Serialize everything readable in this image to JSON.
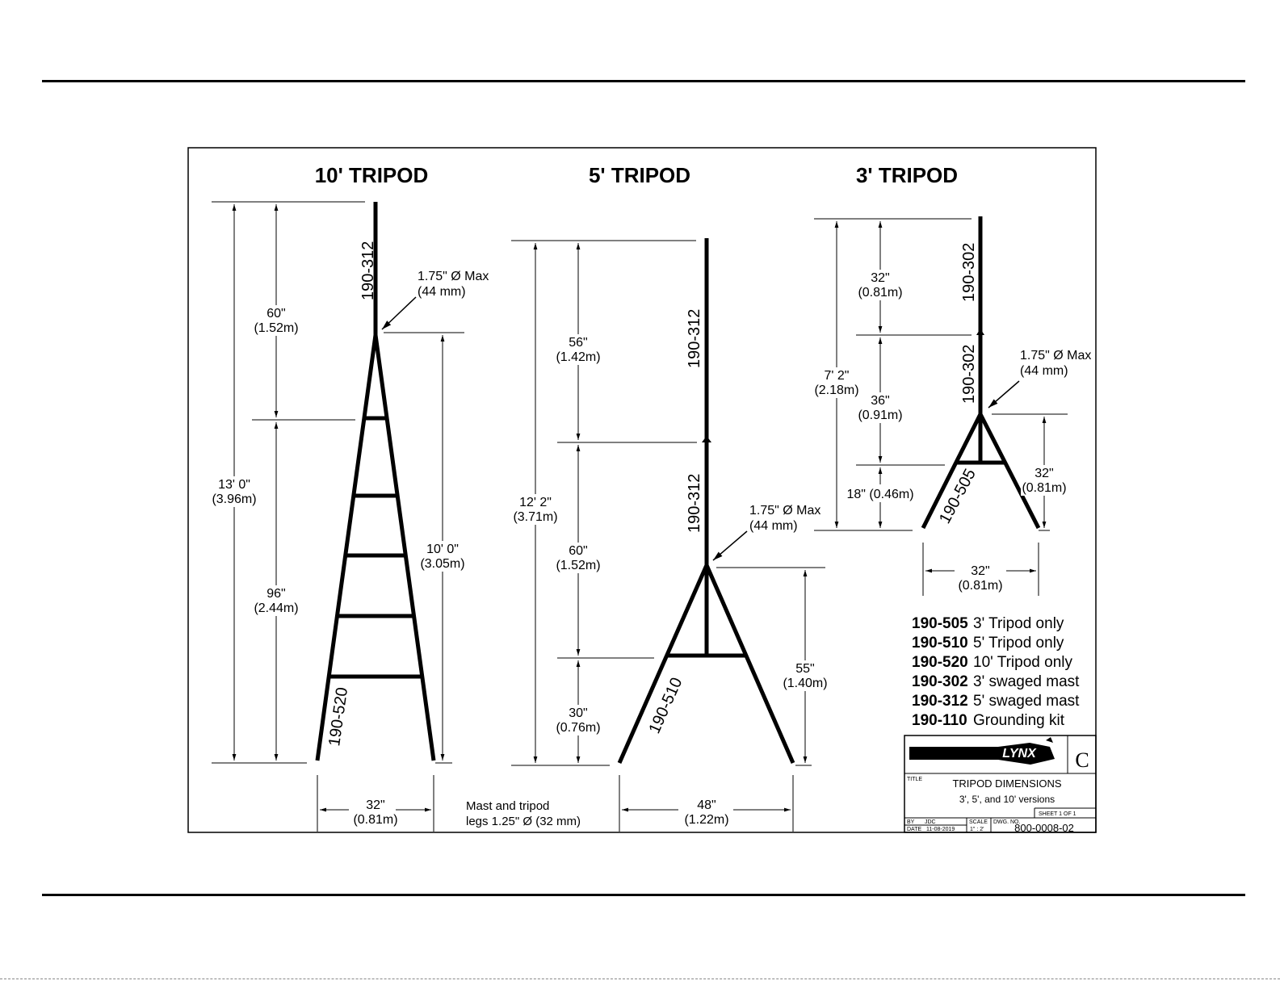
{
  "titles": {
    "t10": "10' TRIPOD",
    "t5": "5' TRIPOD",
    "t3": "3' TRIPOD"
  },
  "tripod10": {
    "mast_part": "190-312",
    "leg_part": "190-520",
    "max_dia_1": "1.75\" Ø Max",
    "max_dia_2": "(44 mm)",
    "overall_1": "13' 0\"",
    "overall_2": "(3.96m)",
    "upper_1": "60\"",
    "upper_2": "(1.52m)",
    "lower_1": "96\"",
    "lower_2": "(2.44m)",
    "tripod_h_1": "10' 0\"",
    "tripod_h_2": "(3.05m)",
    "base_1": "32\"",
    "base_2": "(0.81m)"
  },
  "tripod5": {
    "mast_part_upper": "190-312",
    "mast_part_lower": "190-312",
    "leg_part": "190-510",
    "max_dia_1": "1.75\" Ø Max",
    "max_dia_2": "(44 mm)",
    "overall_1": "12' 2\"",
    "overall_2": "(3.71m)",
    "upper_1": "56\"",
    "upper_2": "(1.42m)",
    "middle_1": "60\"",
    "middle_2": "(1.52m)",
    "lower_1": "30\"",
    "lower_2": "(0.76m)",
    "tripod_h_1": "55\"",
    "tripod_h_2": "(1.40m)",
    "base_1": "48\"",
    "base_2": "(1.22m)"
  },
  "tripod3": {
    "mast_part_upper": "190-302",
    "mast_part_lower": "190-302",
    "leg_part": "190-505",
    "max_dia_1": "1.75\" Ø Max",
    "max_dia_2": "(44 mm)",
    "overall_1": "7' 2\"",
    "overall_2": "(2.18m)",
    "upper_1": "32\"",
    "upper_2": "(0.81m)",
    "middle_1": "36\"",
    "middle_2": "(0.91m)",
    "lower_1": "18\" (0.46m)",
    "tripod_h_1": "32\"",
    "tripod_h_2": "(0.81m)",
    "base_1": "32\"",
    "base_2": "(0.81m)"
  },
  "note": {
    "line1": "Mast and tripod",
    "line2": "legs 1.25\" Ø (32 mm)"
  },
  "legend": [
    {
      "code": "190-505",
      "desc": "3' Tripod only"
    },
    {
      "code": "190-510",
      "desc": "5' Tripod only"
    },
    {
      "code": "190-520",
      "desc": "10' Tripod only"
    },
    {
      "code": "190-302",
      "desc": "3' swaged mast"
    },
    {
      "code": "190-312",
      "desc": "5' swaged mast"
    },
    {
      "code": "190-110",
      "desc": "Grounding kit"
    }
  ],
  "title_block": {
    "logo_text": "LYNX",
    "revision": "C",
    "title_label": "TITLE",
    "title_1": "TRIPOD DIMENSIONS",
    "title_2": "3', 5', and 10' versions",
    "sheet": "SHEET 1  OF 1",
    "by_label": "BY",
    "by_value": "JDC",
    "date_label": "DATE",
    "date_value": "11-08-2019",
    "scale_label": "SCALE",
    "scale_value": "1\" : 2'",
    "dwg_label": "DWG. NO.",
    "dwg_value": "800-0008-02"
  }
}
